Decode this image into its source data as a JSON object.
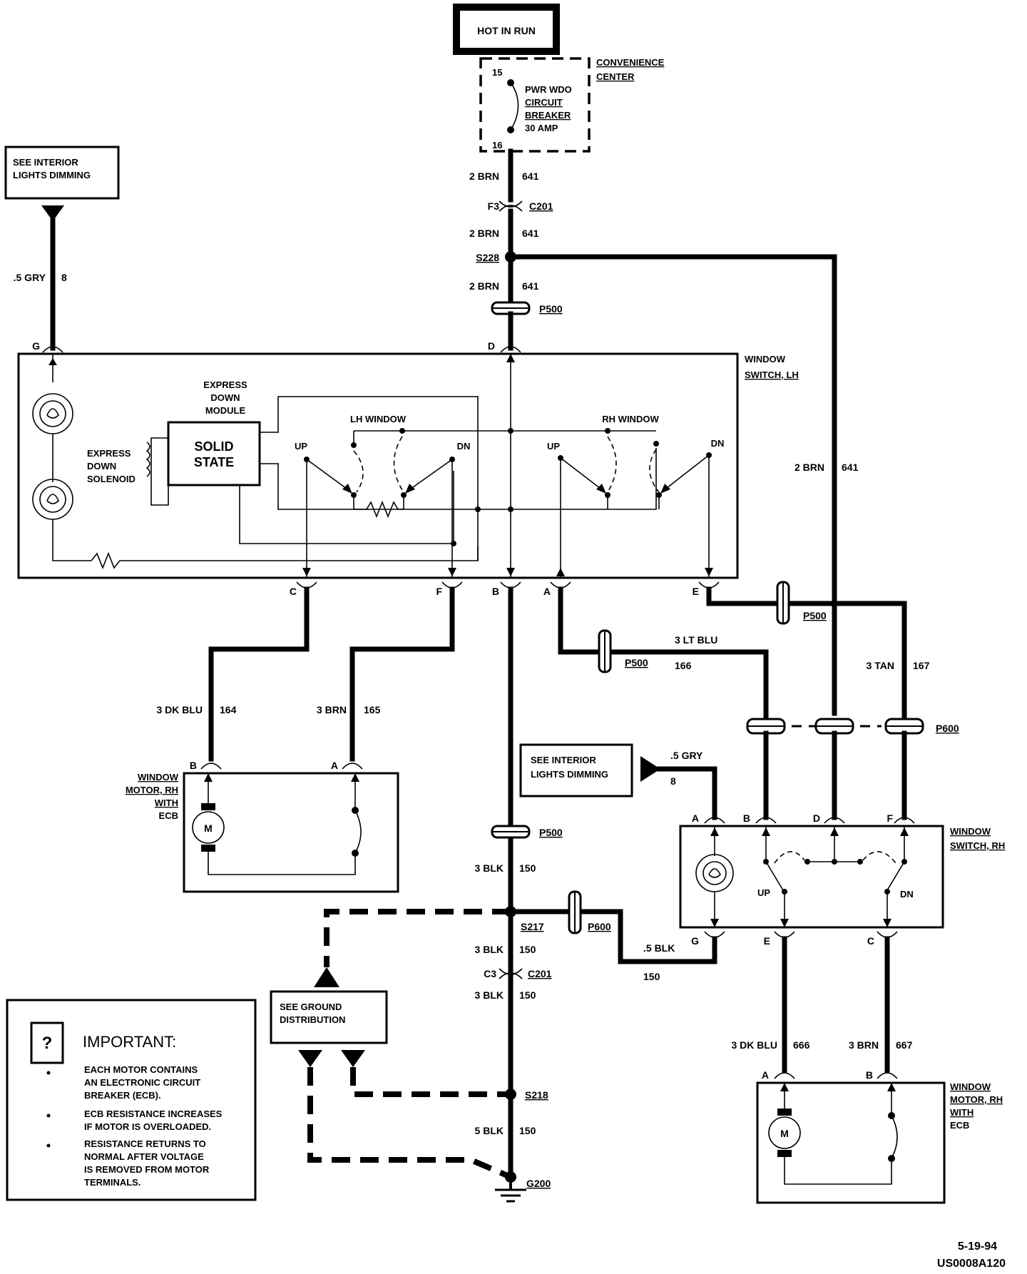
{
  "power": {
    "hot_in_run": "HOT IN RUN",
    "convenience_center": [
      "CONVENIENCE",
      "CENTER"
    ],
    "breaker": [
      "PWR WDO",
      "CIRCUIT",
      "BREAKER",
      "30 AMP"
    ],
    "pin_top": "15",
    "pin_bottom": "16"
  },
  "feed_wires": {
    "w1": {
      "size": "2 BRN",
      "circuit": "641"
    },
    "c201_top": {
      "pin": "F3",
      "connector": "C201"
    },
    "w2": {
      "size": "2 BRN",
      "circuit": "641"
    },
    "splice_s228": "S228",
    "w3": {
      "size": "2 BRN",
      "circuit": "641"
    },
    "p500_top": "P500",
    "right_feed": {
      "size": "2 BRN",
      "circuit": "641"
    }
  },
  "dimming_left": {
    "box": [
      "SEE INTERIOR",
      "LIGHTS DIMMING"
    ],
    "wire": {
      "size": ".5 GRY",
      "circuit": "8"
    }
  },
  "lh_switch": {
    "title": [
      "WINDOW",
      "SWITCH, LH"
    ],
    "express_module": [
      "EXPRESS",
      "DOWN",
      "MODULE"
    ],
    "solid_state": [
      "SOLID",
      "STATE"
    ],
    "solenoid": [
      "EXPRESS",
      "DOWN",
      "SOLENOID"
    ],
    "lh_window": "LH WINDOW",
    "rh_window": "RH WINDOW",
    "up": "UP",
    "dn": "DN",
    "pins": {
      "g": "G",
      "d": "D",
      "c": "C",
      "f": "F",
      "b": "B",
      "a": "A",
      "e": "E"
    }
  },
  "motor_lh": {
    "title": [
      "WINDOW",
      "MOTOR, RH",
      "WITH",
      "ECB"
    ],
    "wire_b": {
      "size": "3 DK BLU",
      "circuit": "164"
    },
    "wire_a": {
      "size": "3 BRN",
      "circuit": "165"
    },
    "pin_b": "B",
    "pin_a": "A",
    "motor": "M"
  },
  "mid_wires": {
    "ltblu": {
      "size": "3 LT BLU",
      "circuit": "166",
      "connector": "P500"
    },
    "tan": {
      "size": "3 TAN",
      "circuit": "167"
    },
    "p500_e": "P500",
    "p600": "P600"
  },
  "dimming_right": {
    "box": [
      "SEE INTERIOR",
      "LIGHTS DIMMING"
    ],
    "wire": {
      "size": ".5 GRY",
      "circuit": "8"
    }
  },
  "rh_switch": {
    "title": [
      "WINDOW",
      "SWITCH, RH"
    ],
    "up": "UP",
    "dn": "DN",
    "pins": {
      "a": "A",
      "b": "B",
      "d": "D",
      "f": "F",
      "g": "G",
      "e": "E",
      "c": "C"
    },
    "wire_e": {
      "size": "3 DK BLU",
      "circuit": "666"
    },
    "wire_c": {
      "size": "3 BRN",
      "circuit": "667"
    }
  },
  "motor_rh": {
    "title": [
      "WINDOW",
      "MOTOR, RH",
      "WITH",
      "ECB"
    ],
    "pin_a": "A",
    "pin_b": "B",
    "motor": "M"
  },
  "ground": {
    "p500": "P500",
    "w1": {
      "size": "3 BLK",
      "circuit": "150"
    },
    "s217": "S217",
    "p600": "P600",
    "rh_ground": {
      "size": ".5 BLK",
      "circuit": "150"
    },
    "w2": {
      "size": "3 BLK",
      "circuit": "150"
    },
    "c201": {
      "pin": "C3",
      "connector": "C201"
    },
    "w3": {
      "size": "3 BLK",
      "circuit": "150"
    },
    "see_ground": [
      "SEE GROUND",
      "DISTRIBUTION"
    ],
    "s218": "S218",
    "w4": {
      "size": "5 BLK",
      "circuit": "150"
    },
    "g200": "G200"
  },
  "important": {
    "title": "IMPORTANT:",
    "bullets": [
      [
        "EACH MOTOR CONTAINS",
        "AN ELECTRONIC CIRCUIT",
        "BREAKER (ECB)."
      ],
      [
        "ECB RESISTANCE INCREASES",
        "IF MOTOR IS OVERLOADED."
      ],
      [
        "RESISTANCE RETURNS TO",
        "NORMAL AFTER VOLTAGE",
        "IS REMOVED FROM MOTOR",
        "TERMINALS."
      ]
    ]
  },
  "footer": {
    "date": "5-19-94",
    "code": "US0008A120"
  }
}
